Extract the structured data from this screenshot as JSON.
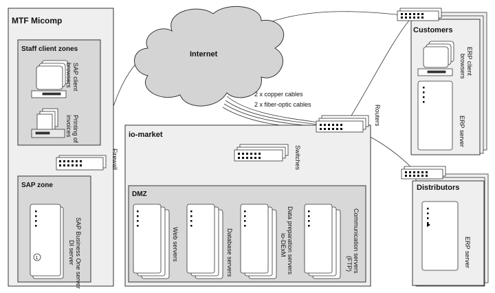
{
  "zones": {
    "mtf": "MTF Micomp",
    "staff": "Staff client zones",
    "sap_zone": "SAP zone",
    "io_market": "io-market",
    "dmz": "DMZ",
    "customers": "Customers",
    "distributors": "Distributors"
  },
  "cloud": {
    "label": "Internet"
  },
  "cables": {
    "copper": "2 x copper cables",
    "fiber": "2 x fiber-optic cables"
  },
  "devices": {
    "firewall": "Firewall",
    "routers": "Routers",
    "switches": "Switches"
  },
  "staff_items": {
    "browsers_l1": "SAP client",
    "browsers_l2": "browsers",
    "printing_l1": "Printing of",
    "printing_l2": "invoices"
  },
  "sap_server": {
    "line1": "SAP Business One server",
    "line2": "DI server",
    "marker": "1"
  },
  "dmz_servers": {
    "web": "Web servers",
    "database": "Database servers",
    "prep_l1": "Data preparation servers",
    "prep_l2": "io-DExM",
    "comm_l1": "Communication servers",
    "comm_l2": "(FTP)"
  },
  "customers_items": {
    "erp_browsers_l1": "ERP client",
    "erp_browsers_l2": "browsers",
    "erp_server": "ERP server"
  },
  "distributors_items": {
    "erp_server": "ERP server"
  },
  "colors": {
    "zone_fill": "#efefef",
    "inner_zone_fill": "#d8d8d8",
    "stroke": "#333333",
    "cloud_fill": "#d4d4d4"
  }
}
